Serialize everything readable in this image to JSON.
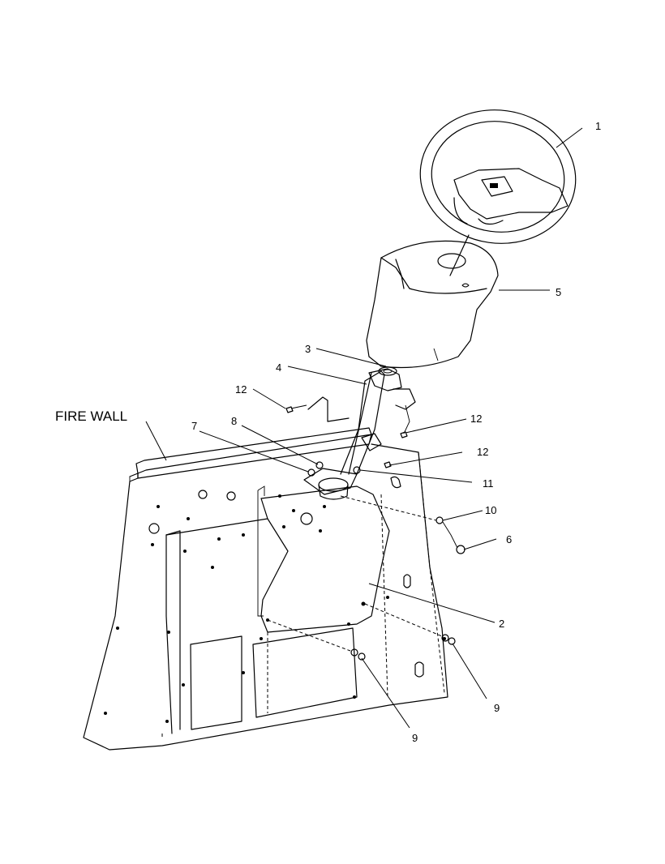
{
  "diagram": {
    "firewall_label": "FIRE WALL",
    "callouts": {
      "c1": "1",
      "c2": "2",
      "c3": "3",
      "c4": "4",
      "c5": "5",
      "c6": "6",
      "c7": "7",
      "c8": "8",
      "c9a": "9",
      "c9b": "9",
      "c10": "10",
      "c11": "11",
      "c12a": "12",
      "c12b": "12",
      "c12c": "12"
    }
  }
}
